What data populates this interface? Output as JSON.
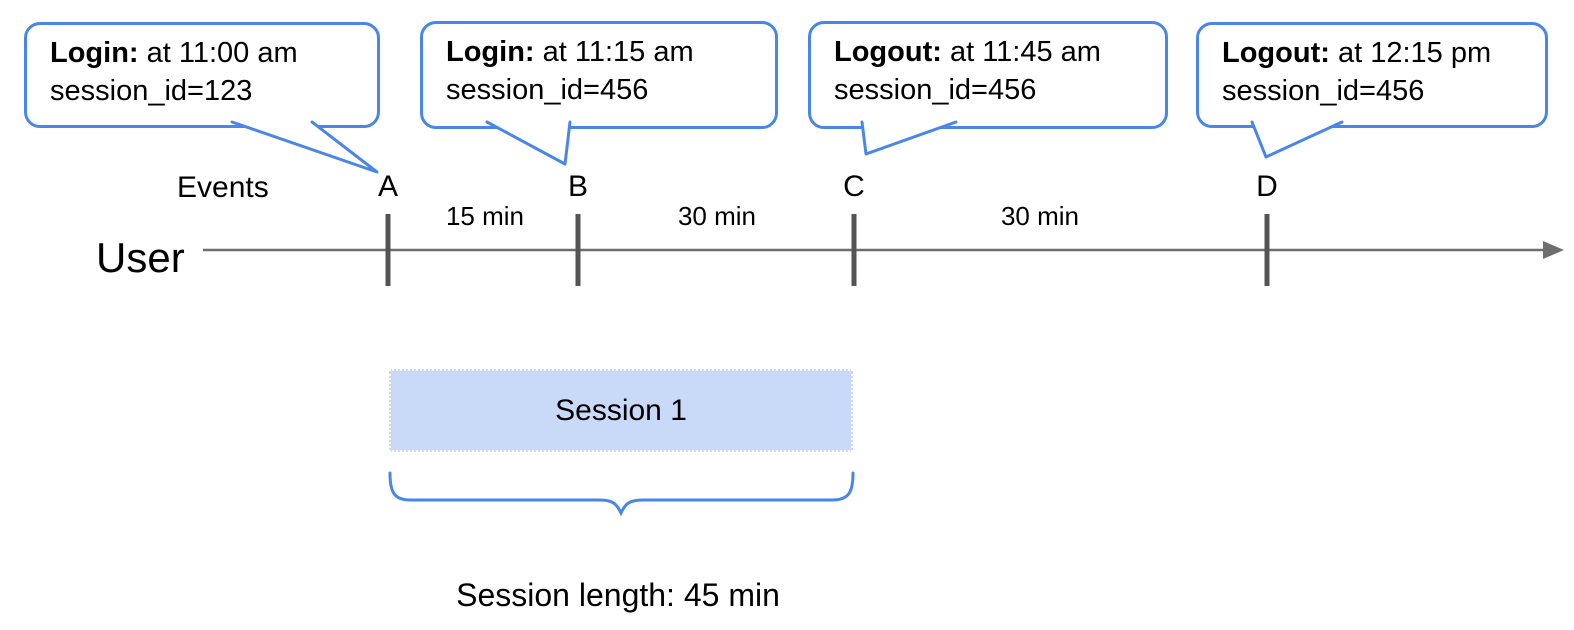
{
  "diagram": {
    "callouts": [
      {
        "title": "Login:",
        "time": " at 11:00 am",
        "detail": "session_id=123",
        "points_to": "A"
      },
      {
        "title": "Login:",
        "time": " at 11:15 am",
        "detail": "session_id=456",
        "points_to": "B"
      },
      {
        "title": "Logout:",
        "time": " at 11:45 am",
        "detail": "session_id=456",
        "points_to": "C"
      },
      {
        "title": "Logout:",
        "time": " at 12:15 pm",
        "detail": "session_id=456",
        "points_to": "D"
      }
    ],
    "events_label": "Events",
    "event_markers": [
      "A",
      "B",
      "C",
      "D"
    ],
    "user_label": "User",
    "intervals": [
      "15 min",
      "30 min",
      "30 min"
    ],
    "session": {
      "label": "Session 1",
      "length_label": "Session length: 45 min"
    },
    "colors": {
      "callout_border": "#4a86e8",
      "session_fill": "#c9daf8",
      "timeline_line": "#6e6e6e",
      "tick": "#545454",
      "brace": "#4a86e8",
      "text": "#000000"
    }
  }
}
